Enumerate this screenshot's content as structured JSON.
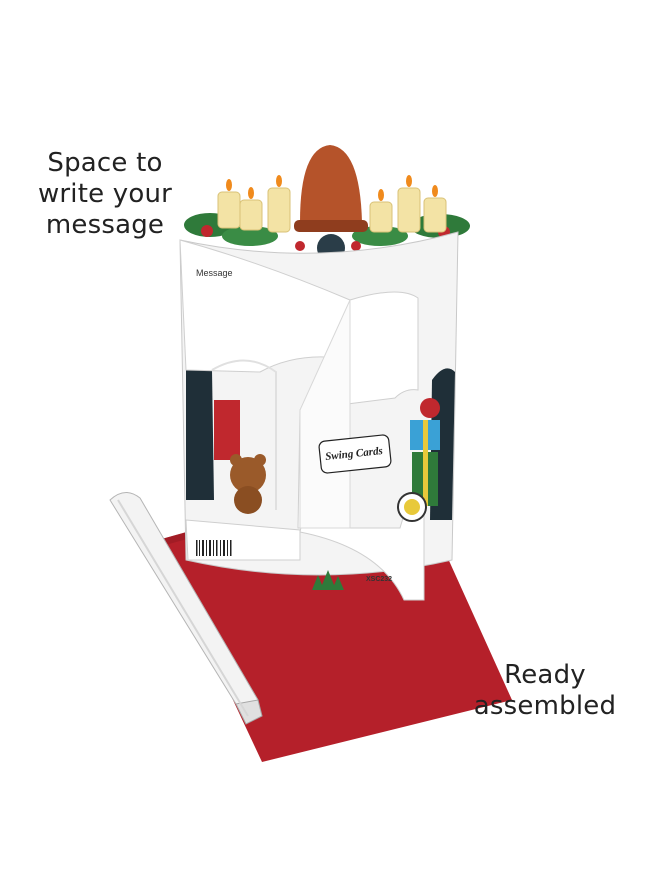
{
  "callouts": {
    "message_space": [
      "Space to",
      "write your",
      "message"
    ],
    "assembled": [
      "Ready",
      "assembled"
    ]
  },
  "card": {
    "message_label": "Message",
    "brand": "Swing Cards",
    "product_code": "XSC232"
  },
  "colors": {
    "envelope": "#b5202a",
    "card": "#ffffff",
    "candle": "#f3e3a5",
    "flame": "#f08a1c",
    "bell": "#b5532a",
    "holly": "#2f7a3a",
    "fireplace": "#1f2f38"
  }
}
